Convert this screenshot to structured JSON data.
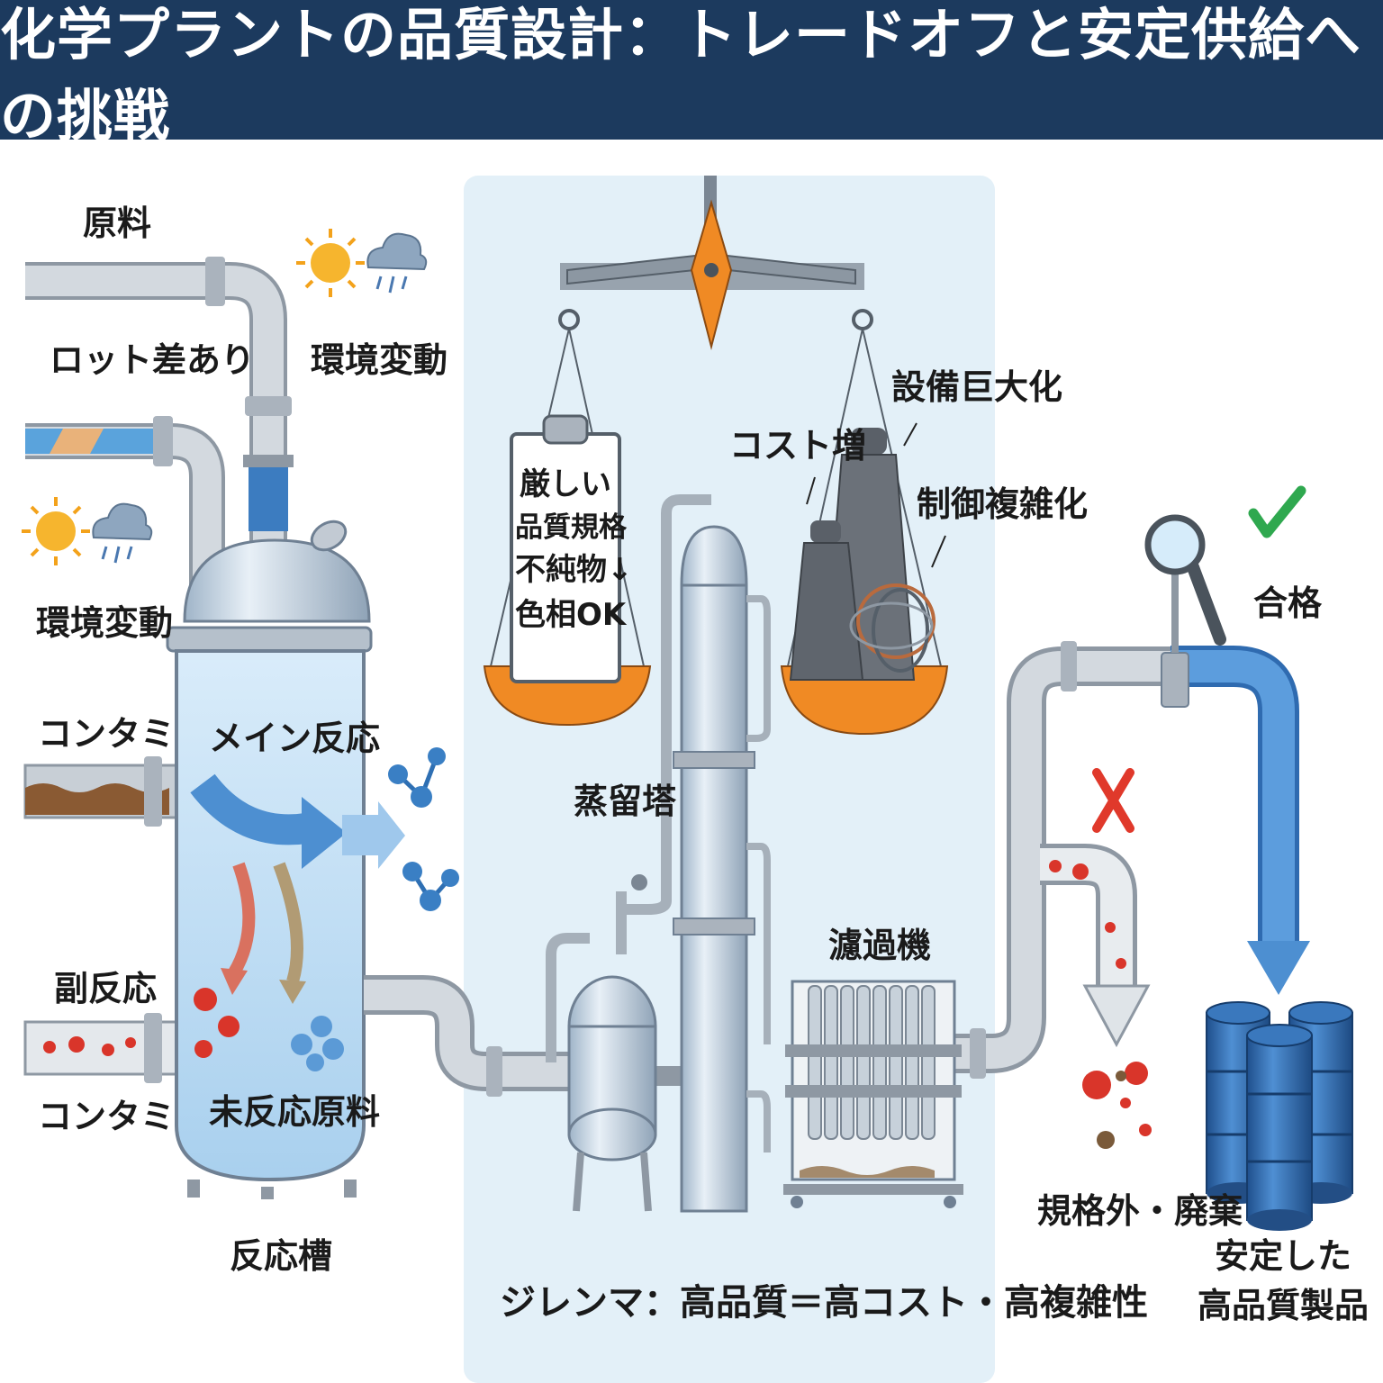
{
  "title": "化学プラントの品質設計：トレードオフと安定供給への挑戦",
  "labels": {
    "raw_material": "原料",
    "lot_variation": "ロット差あり",
    "env_change_top": "環境変動",
    "env_change_left": "環境変動",
    "contamination_top": "コンタミ",
    "side_reaction": "副反応",
    "contamination_bottom": "コンタミ",
    "main_reaction": "メイン反応",
    "unreacted_material": "未反応原料",
    "reactor": "反応槽",
    "spec_lines": [
      "厳しい",
      "品質規格",
      "不純物↓",
      "色相OK"
    ],
    "equipment_large": "設備巨大化",
    "cost_increase": "コスト増",
    "control_complex": "制御複雑化",
    "distillation_tower": "蒸留塔",
    "filter": "濾過機",
    "dilemma": "ジレンマ：高品質＝高コスト・高複雑性",
    "pass": "合格",
    "reject": "規格外・廃棄",
    "product_line1": "安定した",
    "product_line2": "高品質製品"
  },
  "colors": {
    "header_bg": "#1c3a5e",
    "panel_bg": "#e3f0f8",
    "pipe_gray": "#c2cad3",
    "pipe_blue": "#4d8fd1",
    "pan_orange": "#f08a24",
    "pass_green": "#2fa84f",
    "reject_red": "#e0392b",
    "drum_blue": "#2f6bb0"
  }
}
